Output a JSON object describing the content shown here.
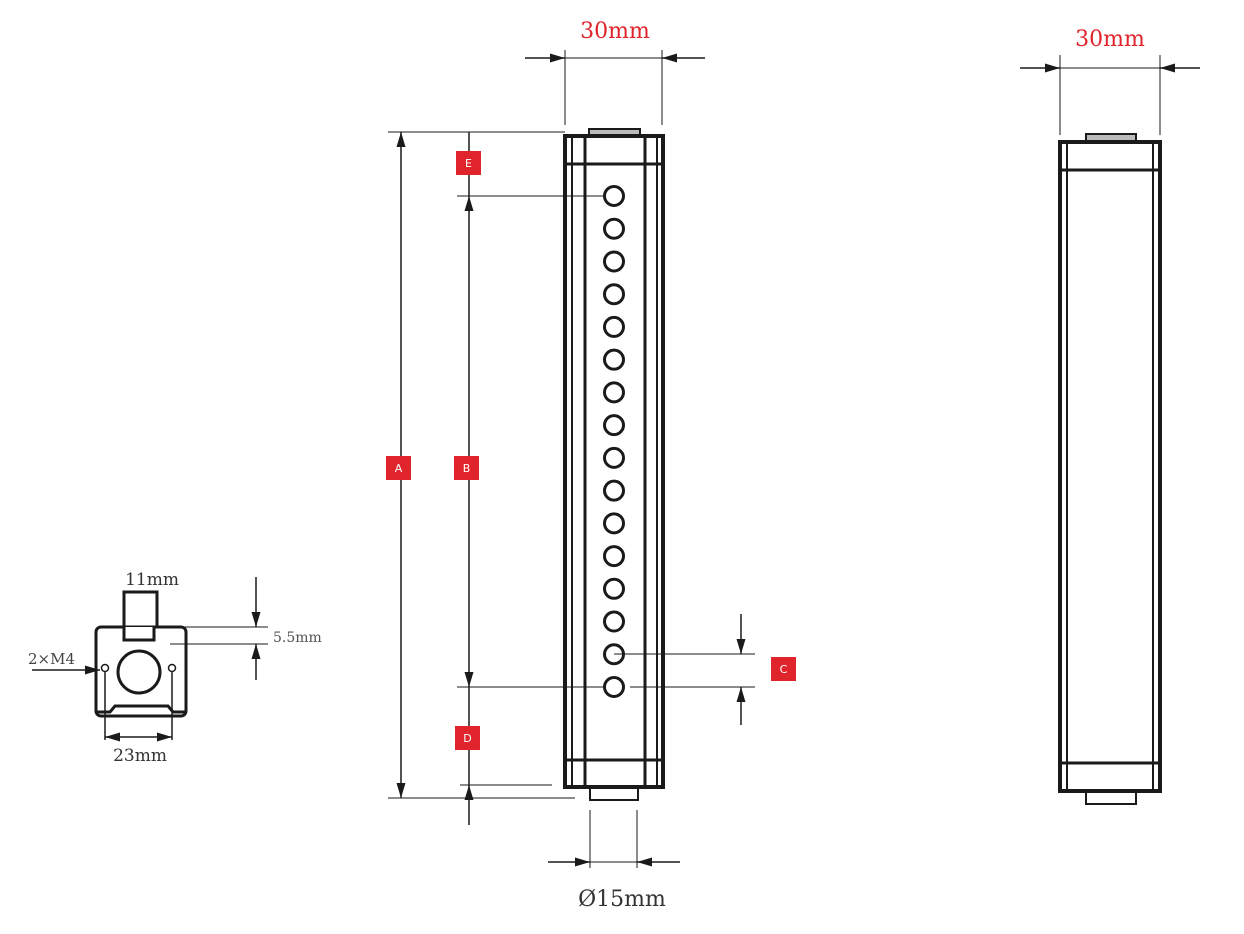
{
  "colors": {
    "accent": "#e0242b",
    "line": "#1a1a1a",
    "dim_text_red": "#e0242b"
  },
  "side_view": {
    "tab_width": "11mm",
    "slot_depth": "5.5mm",
    "mount_holes": "2×M4",
    "hole_spacing": "23mm"
  },
  "front_view": {
    "width": "30mm",
    "connector_diameter": "Ø15mm",
    "labels": {
      "A": "A",
      "B": "B",
      "C": "C",
      "D": "D",
      "E": "E"
    },
    "led_count": 16
  },
  "back_view": {
    "width": "30mm"
  }
}
